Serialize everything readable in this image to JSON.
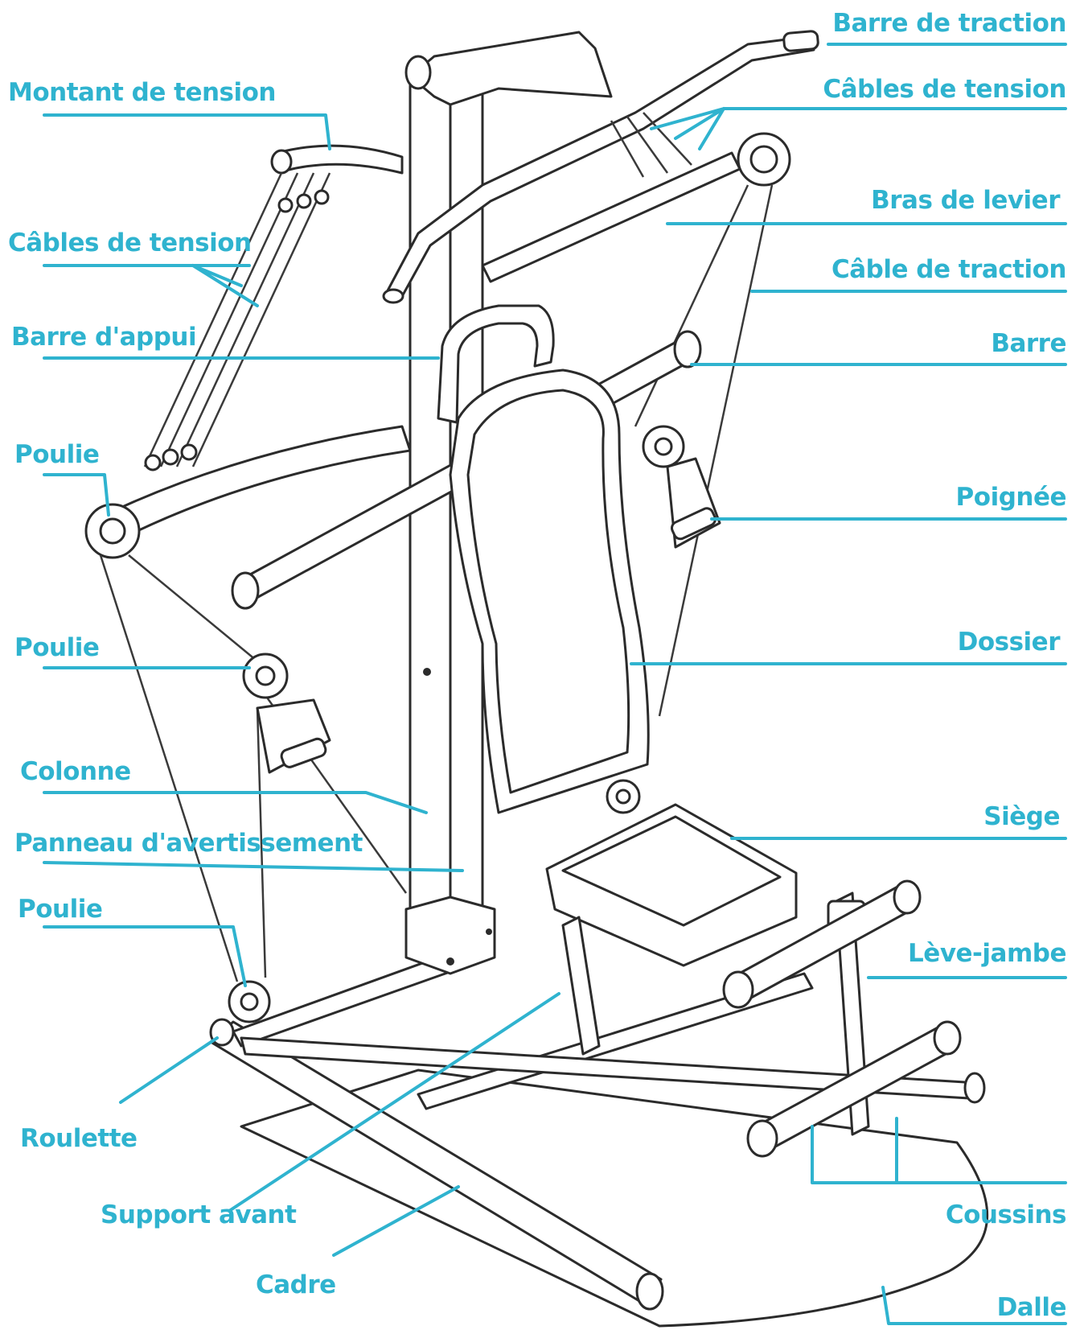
{
  "colors": {
    "label": "#2fb3cf",
    "line": "#2fb3cf",
    "drawing": "#2b2b2b",
    "background": "#ffffff"
  },
  "labels": {
    "barre_de_traction": "Barre de traction",
    "montant_de_tension": "Montant de tension",
    "cables_de_tension_right": "Câbles de tension",
    "bras_de_levier": "Bras de levier",
    "cables_de_tension_left": "Câbles de tension",
    "cable_de_traction": "Câble de traction",
    "barre_d_appui": "Barre d'appui",
    "barre": "Barre",
    "poulie_top": "Poulie",
    "poignee": "Poignée",
    "poulie_middle": "Poulie",
    "dossier": "Dossier",
    "colonne": "Colonne",
    "siege": "Siège",
    "panneau_d_avertissement": "Panneau d'avertissement",
    "poulie_bottom": "Poulie",
    "leve_jambe": "Lève-jambe",
    "roulette": "Roulette",
    "support_avant": "Support avant",
    "coussins": "Coussins",
    "cadre": "Cadre",
    "dalle": "Dalle"
  }
}
